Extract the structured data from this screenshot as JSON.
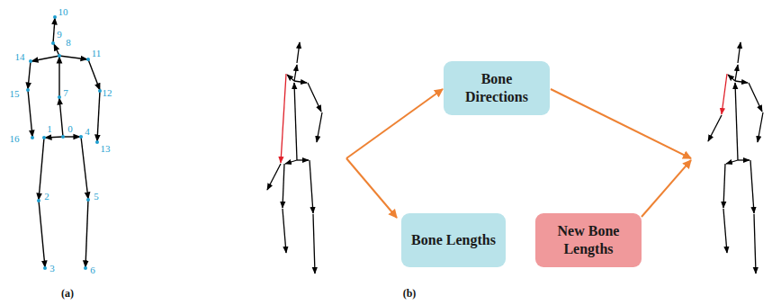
{
  "diagram": {
    "nodes": [
      {
        "text": [
          "Bone Directions"
        ]
      },
      {
        "text": [
          "Bone Lengths"
        ]
      },
      {
        "text": [
          "New Bone Lengths"
        ]
      }
    ],
    "labels": [
      "10",
      "9",
      "8",
      "14",
      "11",
      "7",
      "15",
      "12",
      "1",
      "0",
      "4",
      "16",
      "13",
      "2",
      "5",
      "3",
      "6",
      "(a)",
      "(b)"
    ]
  }
}
